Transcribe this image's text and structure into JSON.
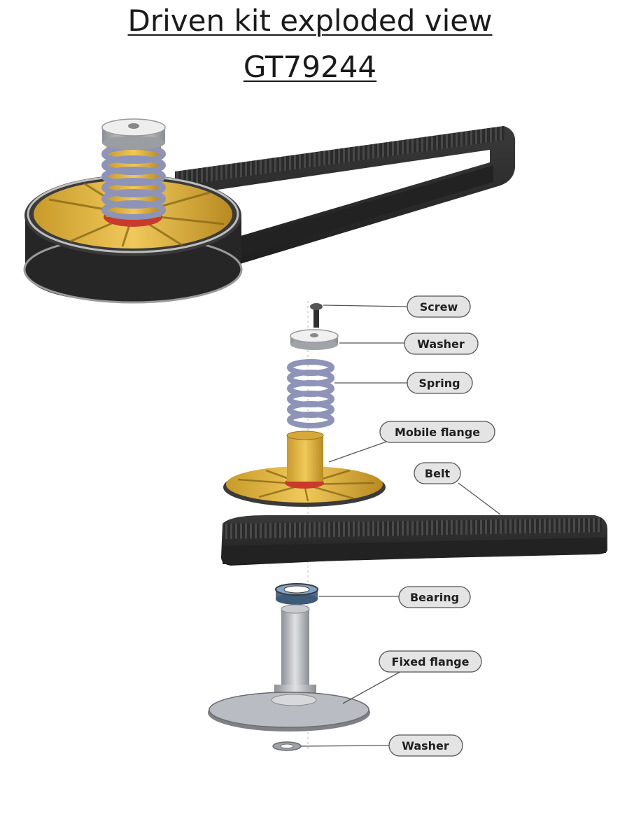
{
  "title": {
    "line1": "Driven kit exploded view",
    "line2": "GT79244"
  },
  "labels": [
    {
      "id": "screw",
      "text": "Screw"
    },
    {
      "id": "washer-top",
      "text": "Washer"
    },
    {
      "id": "spring",
      "text": "Spring"
    },
    {
      "id": "mobile-flange",
      "text": "Mobile flange"
    },
    {
      "id": "belt",
      "text": "Belt"
    },
    {
      "id": "bearing",
      "text": "Bearing"
    },
    {
      "id": "fixed-flange",
      "text": "Fixed flange"
    },
    {
      "id": "washer-bottom",
      "text": "Washer"
    }
  ],
  "colors": {
    "belt": "#2b2b2b",
    "flange_gold": "#e2b43a",
    "spring": "#8e93b8",
    "metal": "#b9bcc2",
    "label_fill": "#e4e4e4",
    "label_stroke": "#555555",
    "bearing_blue": "#7fa3c8",
    "red_ring": "#c83a2a"
  }
}
